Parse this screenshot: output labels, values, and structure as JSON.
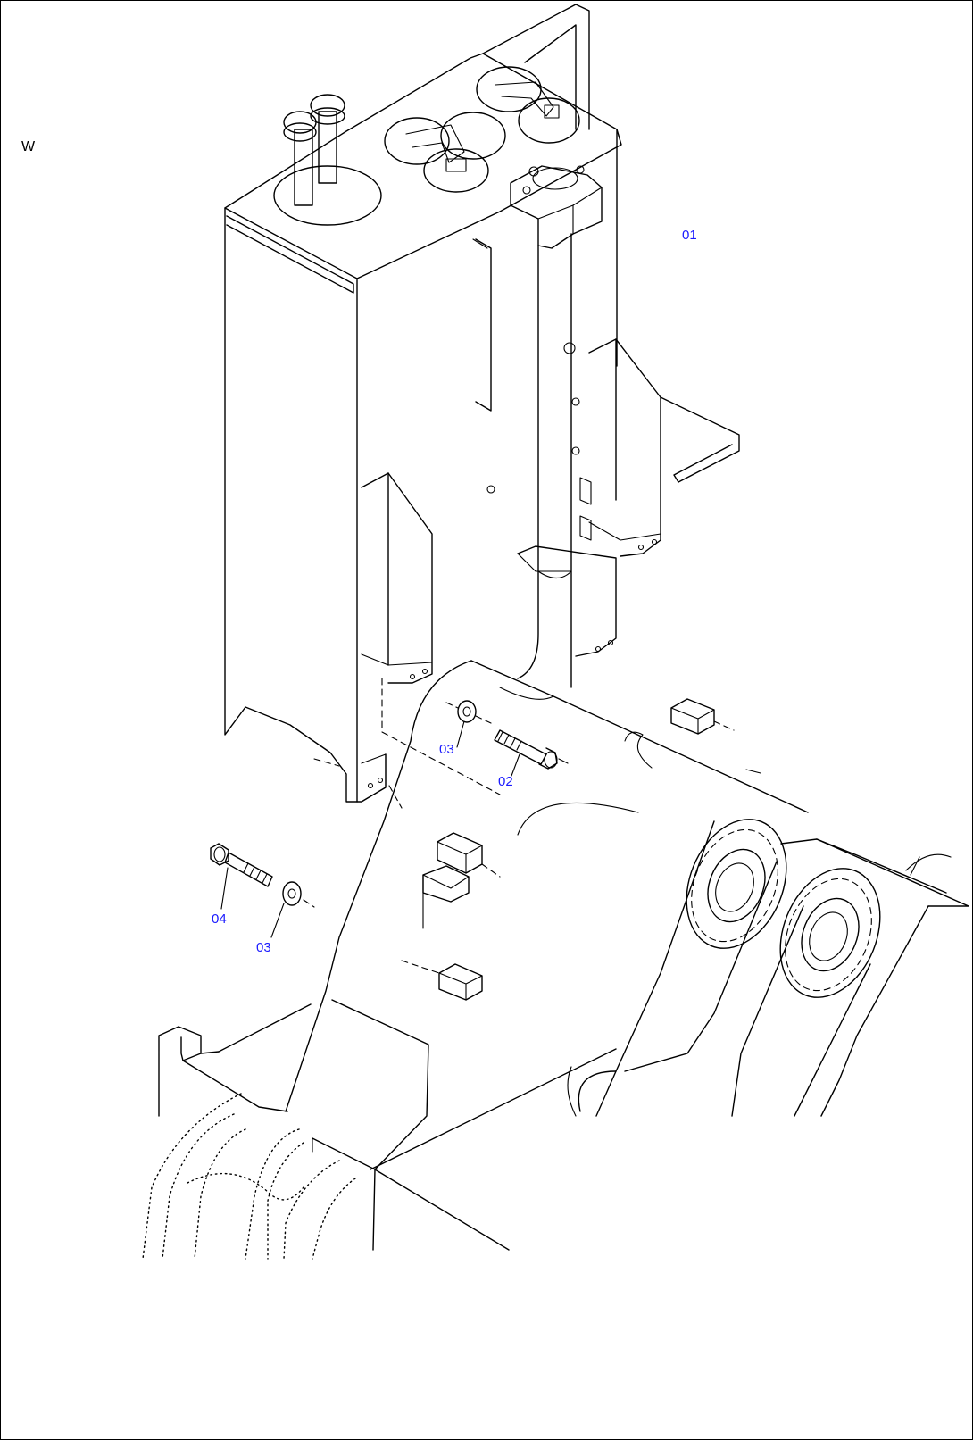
{
  "view_label": "W",
  "callouts": {
    "tank_assembly": "01",
    "bolt_right": "02",
    "washer_right": "03",
    "bolt_left": "04",
    "washer_left": "03"
  },
  "colors": {
    "line": "#000000",
    "callout": "#1a1aff",
    "background": "#ffffff"
  }
}
